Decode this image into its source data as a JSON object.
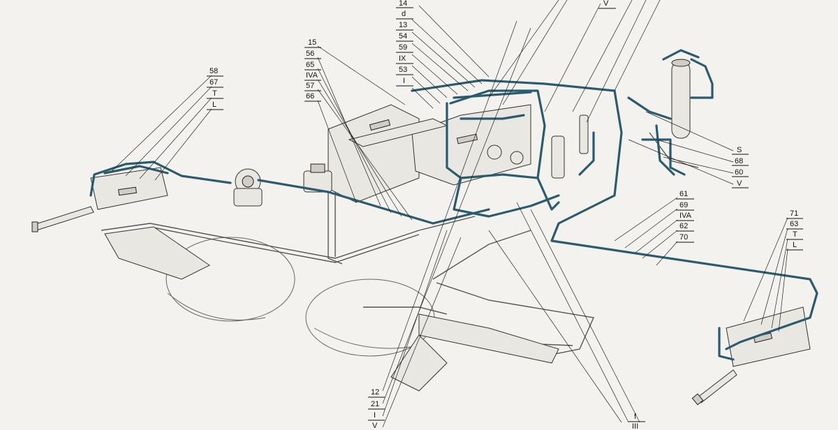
{
  "label_groups": {
    "top_center": [
      "14",
      "d",
      "13",
      "54",
      "59",
      "IX",
      "53",
      "I"
    ],
    "top_center_right": [
      "V"
    ],
    "upper_mid": [
      "15",
      "56",
      "65",
      "IVA",
      "57",
      "66"
    ],
    "left": [
      "58",
      "67",
      "T",
      "L"
    ],
    "right_upper": [
      "S",
      "68",
      "60",
      "V"
    ],
    "right_mid": [
      "61",
      "69",
      "IVA",
      "62",
      "70"
    ],
    "right_far": [
      "71",
      "63",
      "T",
      "L"
    ],
    "bottom_center": [
      "12",
      "21",
      "I",
      "V"
    ],
    "bottom_right": [
      "f",
      "III"
    ]
  },
  "colors": {
    "background": "#f3f2ee",
    "brake_pipe": "#2b5b6e",
    "line_art": "#333333"
  }
}
